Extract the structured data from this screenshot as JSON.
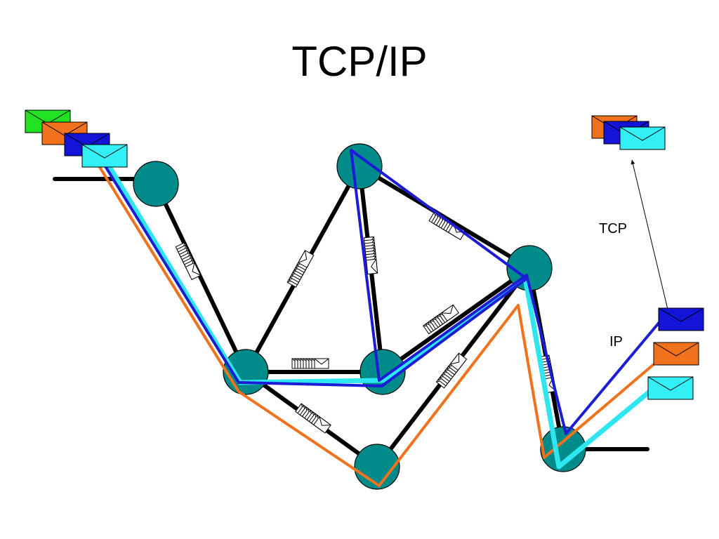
{
  "title": "TCP/IP",
  "labels": {
    "tcp": "TCP",
    "ip": "IP"
  },
  "colors": {
    "node": "#008B8B",
    "link": "#000000",
    "route_blue": "#1C1CD6",
    "route_cyan": "#2EE6F0",
    "route_orange": "#F2711C",
    "env_green": "#22E022",
    "env_orange": "#F2711C",
    "env_blue": "#1414D8",
    "env_cyan": "#33F0F6"
  },
  "icons": [
    "envelope-icon",
    "packet-stack-icon",
    "router-node"
  ]
}
